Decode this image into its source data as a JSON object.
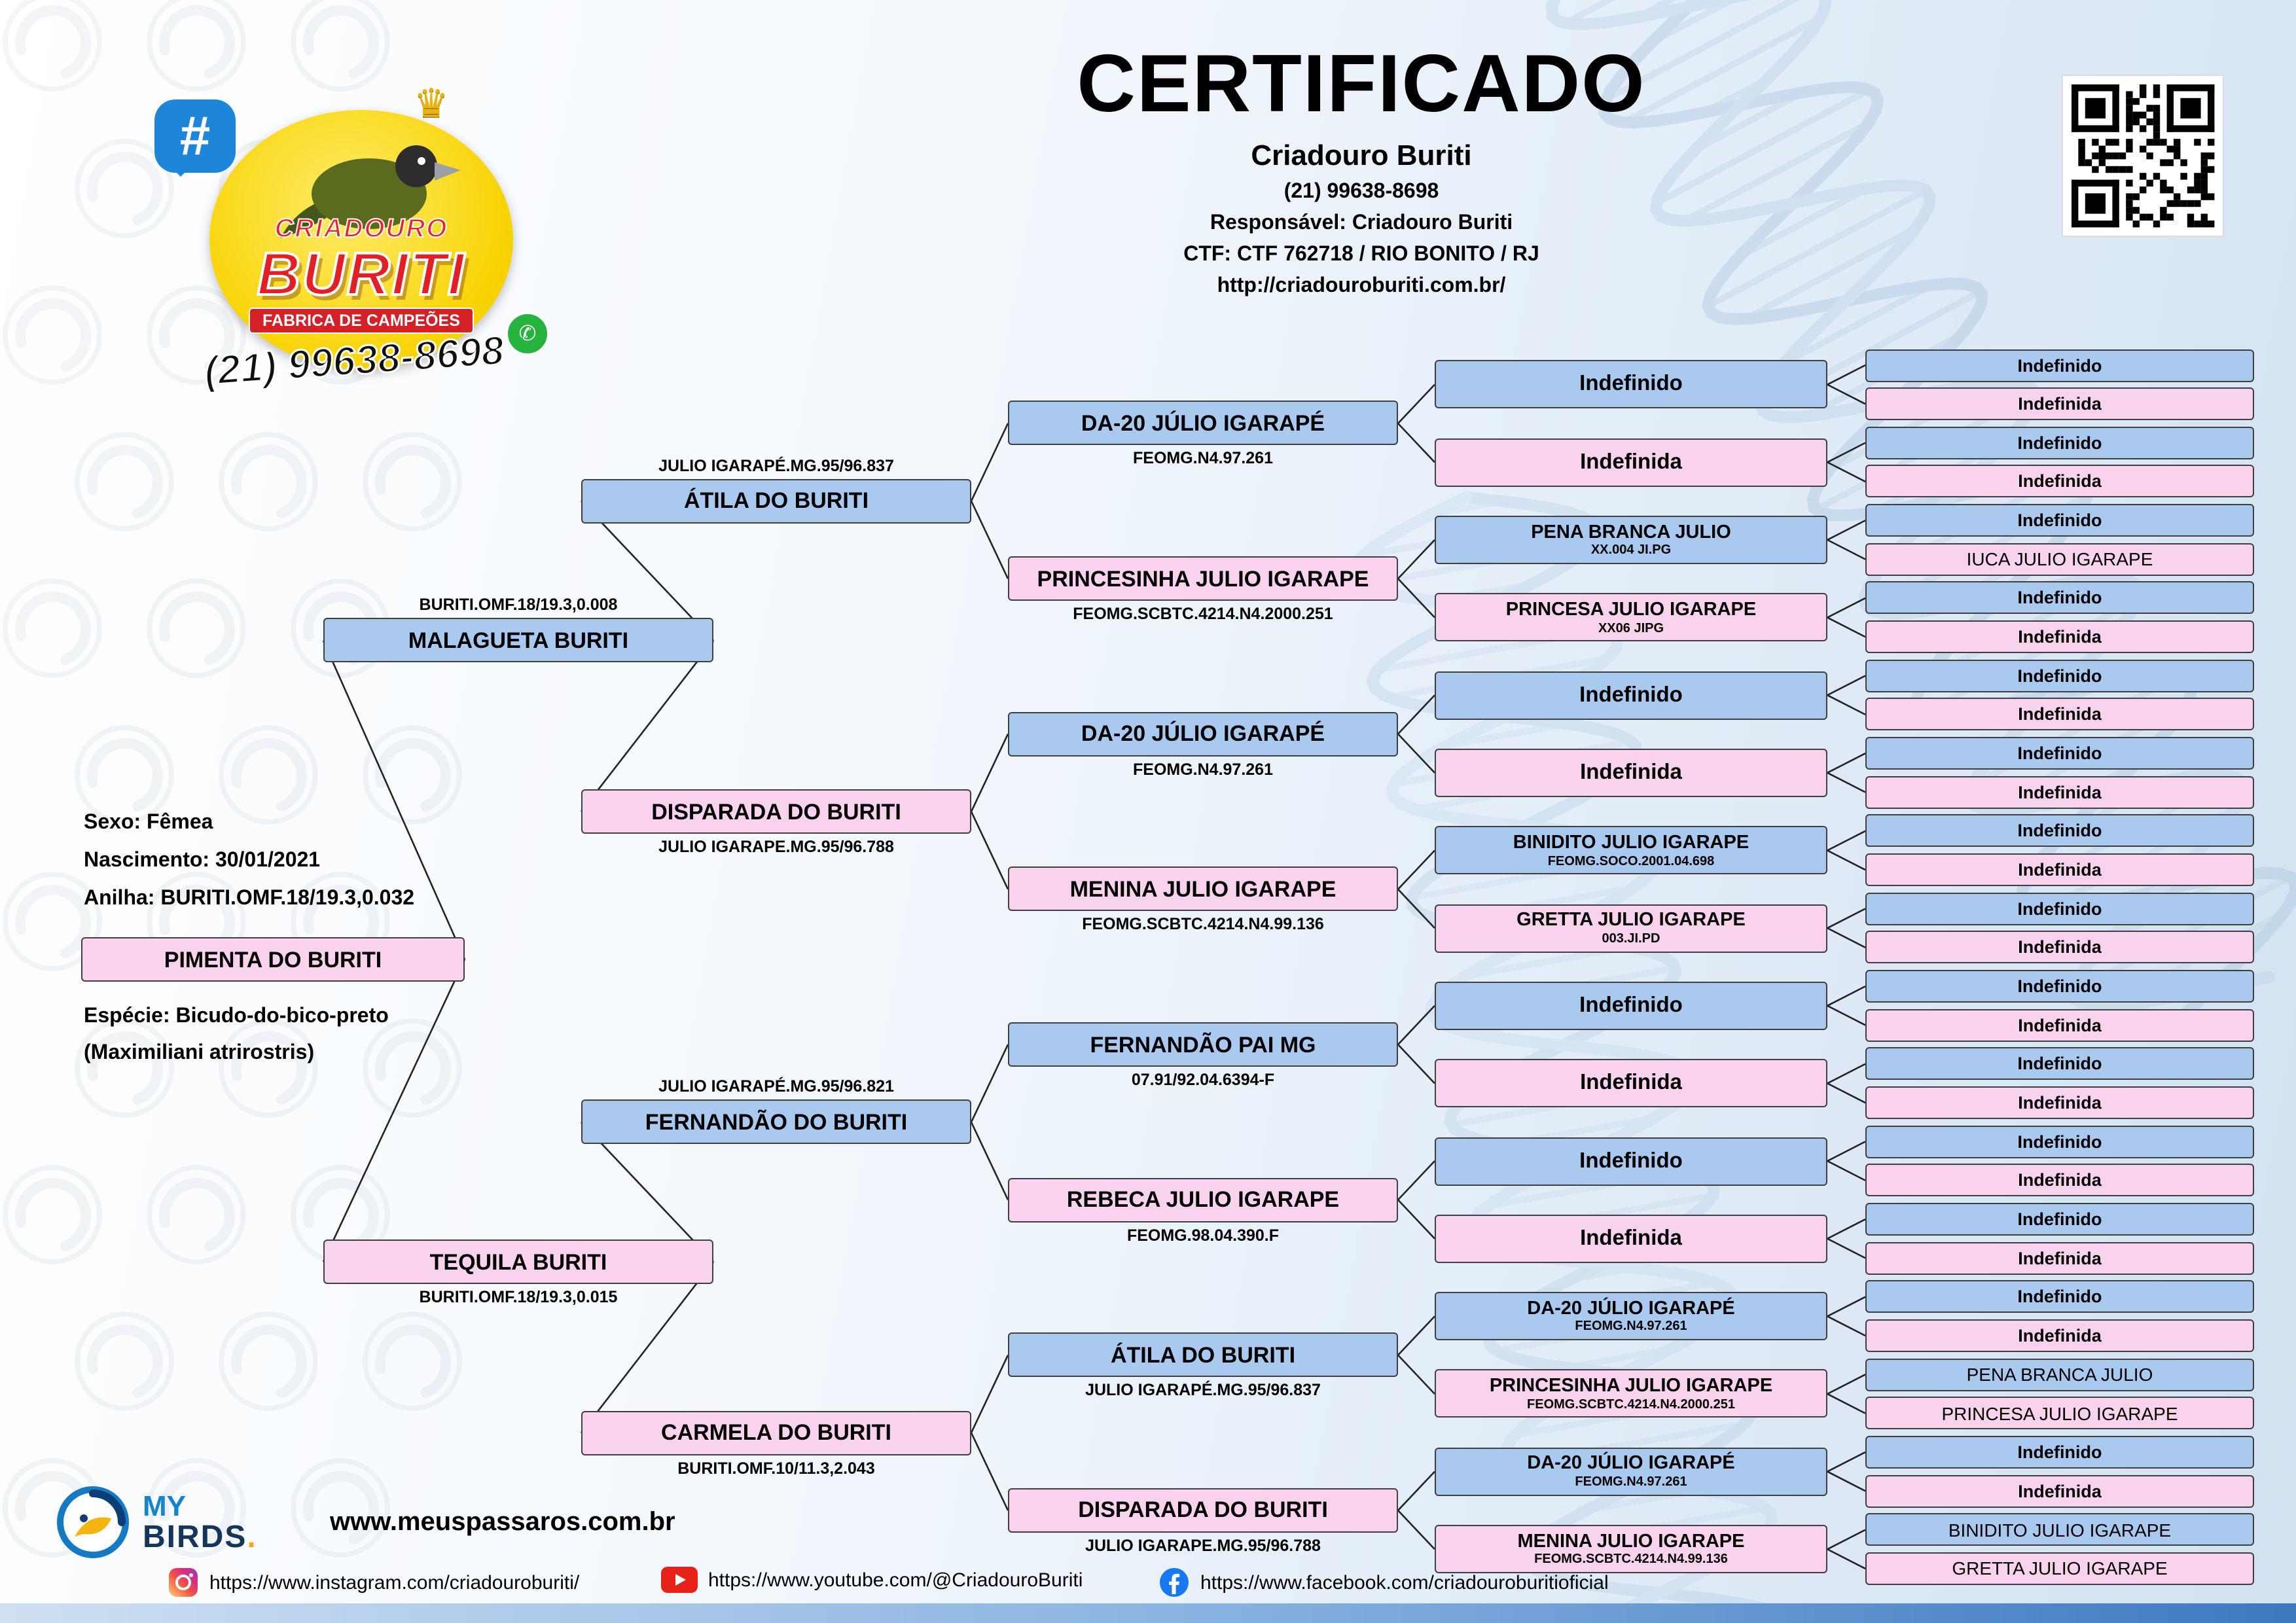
{
  "header": {
    "title": "CERTIFICADO",
    "breeder": "Criadouro Buriti",
    "phone": "(21) 99638-8698",
    "responsible": "Responsável: Criadouro Buriti",
    "ctf": "CTF: CTF 762718 / RIO BONITO / RJ",
    "website": "http://criadouroburiti.com.br/"
  },
  "logo": {
    "hashtag": "#",
    "line1": "CRIADOURO",
    "line2": "BURITI",
    "banner": "FABRICA DE CAMPEÕES",
    "phone": "(21) 99638-8698",
    "whatsapp_glyph": "✆",
    "crown_glyph": "♛"
  },
  "subject": {
    "sex": "Sexo: Fêmea",
    "birth": "Nascimento: 30/01/2021",
    "ring": "Anilha: BURITI.OMF.18/19.3,0.032",
    "name": "PIMENTA DO BURITI",
    "species": "Espécie: Bicudo-do-bico-preto",
    "species_latin": "(Maximiliani atrirostris)"
  },
  "tree": {
    "gen1": [
      {
        "name": "MALAGUETA BURITI",
        "ring": "BURITI.OMF.18/19.3,0.008",
        "sex": "male"
      },
      {
        "name": "TEQUILA BURITI",
        "ring": "BURITI.OMF.18/19.3,0.015",
        "sex": "female"
      }
    ],
    "gen2": [
      {
        "name": "ÁTILA DO BURITI",
        "ring": "JULIO IGARAPÉ.MG.95/96.837",
        "sex": "male"
      },
      {
        "name": "DISPARADA DO BURITI",
        "ring": "JULIO IGARAPE.MG.95/96.788",
        "sex": "female"
      },
      {
        "name": "FERNANDÃO DO BURITI",
        "ring": "JULIO IGARAPÉ.MG.95/96.821",
        "sex": "male"
      },
      {
        "name": "CARMELA DO BURITI",
        "ring": "BURITI.OMF.10/11.3,2.043",
        "sex": "female"
      }
    ],
    "gen3": [
      {
        "name": "DA-20 JÚLIO IGARAPÉ",
        "ring": "FEOMG.N4.97.261",
        "sex": "male"
      },
      {
        "name": "PRINCESINHA JULIO IGARAPE",
        "ring": "FEOMG.SCBTC.4214.N4.2000.251",
        "sex": "female"
      },
      {
        "name": "DA-20 JÚLIO IGARAPÉ",
        "ring": "FEOMG.N4.97.261",
        "sex": "male"
      },
      {
        "name": "MENINA JULIO IGARAPE",
        "ring": "FEOMG.SCBTC.4214.N4.99.136",
        "sex": "female"
      },
      {
        "name": "FERNANDÃO PAI MG",
        "ring": "07.91/92.04.6394-F",
        "sex": "male"
      },
      {
        "name": "REBECA JULIO IGARAPE",
        "ring": "FEOMG.98.04.390.F",
        "sex": "female"
      },
      {
        "name": "ÁTILA DO BURITI",
        "ring": "JULIO IGARAPÉ.MG.95/96.837",
        "sex": "male"
      },
      {
        "name": "DISPARADA DO BURITI",
        "ring": "JULIO IGARAPE.MG.95/96.788",
        "sex": "female"
      }
    ],
    "gen4": [
      {
        "name": "Indefinido",
        "ring": "",
        "sex": "male"
      },
      {
        "name": "Indefinida",
        "ring": "",
        "sex": "female"
      },
      {
        "name": "PENA BRANCA JULIO",
        "ring": "XX.004 JI.PG",
        "sex": "male"
      },
      {
        "name": "PRINCESA JULIO IGARAPE",
        "ring": "XX06 JIPG",
        "sex": "female"
      },
      {
        "name": "Indefinido",
        "ring": "",
        "sex": "male"
      },
      {
        "name": "Indefinida",
        "ring": "",
        "sex": "female"
      },
      {
        "name": "BINIDITO JULIO IGARAPE",
        "ring": "FEOMG.SOCO.2001.04.698",
        "sex": "male"
      },
      {
        "name": "GRETTA JULIO IGARAPE",
        "ring": "003.JI.PD",
        "sex": "female"
      },
      {
        "name": "Indefinido",
        "ring": "",
        "sex": "male"
      },
      {
        "name": "Indefinida",
        "ring": "",
        "sex": "female"
      },
      {
        "name": "Indefinido",
        "ring": "",
        "sex": "male"
      },
      {
        "name": "Indefinida",
        "ring": "",
        "sex": "female"
      },
      {
        "name": "DA-20 JÚLIO IGARAPÉ",
        "ring": "FEOMG.N4.97.261",
        "sex": "male"
      },
      {
        "name": "PRINCESINHA JULIO IGARAPE",
        "ring": "FEOMG.SCBTC.4214.N4.2000.251",
        "sex": "female"
      },
      {
        "name": "DA-20 JÚLIO IGARAPÉ",
        "ring": "FEOMG.N4.97.261",
        "sex": "male"
      },
      {
        "name": "MENINA JULIO IGARAPE",
        "ring": "FEOMG.SCBTC.4214.N4.99.136",
        "sex": "female"
      }
    ],
    "gen5": [
      {
        "name": "Indefinido",
        "sex": "male"
      },
      {
        "name": "Indefinida",
        "sex": "female"
      },
      {
        "name": "Indefinido",
        "sex": "male"
      },
      {
        "name": "Indefinida",
        "sex": "female"
      },
      {
        "name": "Indefinido",
        "sex": "male"
      },
      {
        "name": "IUCA JULIO IGARAPE",
        "sex": "female"
      },
      {
        "name": "Indefinido",
        "sex": "male"
      },
      {
        "name": "Indefinida",
        "sex": "female"
      },
      {
        "name": "Indefinido",
        "sex": "male"
      },
      {
        "name": "Indefinida",
        "sex": "female"
      },
      {
        "name": "Indefinido",
        "sex": "male"
      },
      {
        "name": "Indefinida",
        "sex": "female"
      },
      {
        "name": "Indefinido",
        "sex": "male"
      },
      {
        "name": "Indefinida",
        "sex": "female"
      },
      {
        "name": "Indefinido",
        "sex": "male"
      },
      {
        "name": "Indefinida",
        "sex": "female"
      },
      {
        "name": "Indefinido",
        "sex": "male"
      },
      {
        "name": "Indefinida",
        "sex": "female"
      },
      {
        "name": "Indefinido",
        "sex": "male"
      },
      {
        "name": "Indefinida",
        "sex": "female"
      },
      {
        "name": "Indefinido",
        "sex": "male"
      },
      {
        "name": "Indefinida",
        "sex": "female"
      },
      {
        "name": "Indefinido",
        "sex": "male"
      },
      {
        "name": "Indefinida",
        "sex": "female"
      },
      {
        "name": "Indefinido",
        "sex": "male"
      },
      {
        "name": "Indefinida",
        "sex": "female"
      },
      {
        "name": "PENA BRANCA JULIO",
        "sex": "male"
      },
      {
        "name": "PRINCESA JULIO IGARAPE",
        "sex": "female"
      },
      {
        "name": "Indefinido",
        "sex": "male"
      },
      {
        "name": "Indefinida",
        "sex": "female"
      },
      {
        "name": "BINIDITO JULIO IGARAPE",
        "sex": "male"
      },
      {
        "name": "GRETTA JULIO IGARAPE",
        "sex": "female"
      }
    ]
  },
  "footer": {
    "brand_my": "MY",
    "brand_birds": "BIRDS",
    "brand_dot": ".",
    "website": "www.meuspassaros.com.br",
    "instagram": "https://www.instagram.com/criadouroburiti/",
    "youtube": "https://www.youtube.com/@CriadouroBuriti",
    "facebook": "https://www.facebook.com/criadouroburitioficial"
  },
  "colors": {
    "male_box": "#a9c9ee",
    "female_box": "#f9d2ee",
    "accent_red": "#e31e24",
    "band_blue": "#3e79c0"
  }
}
